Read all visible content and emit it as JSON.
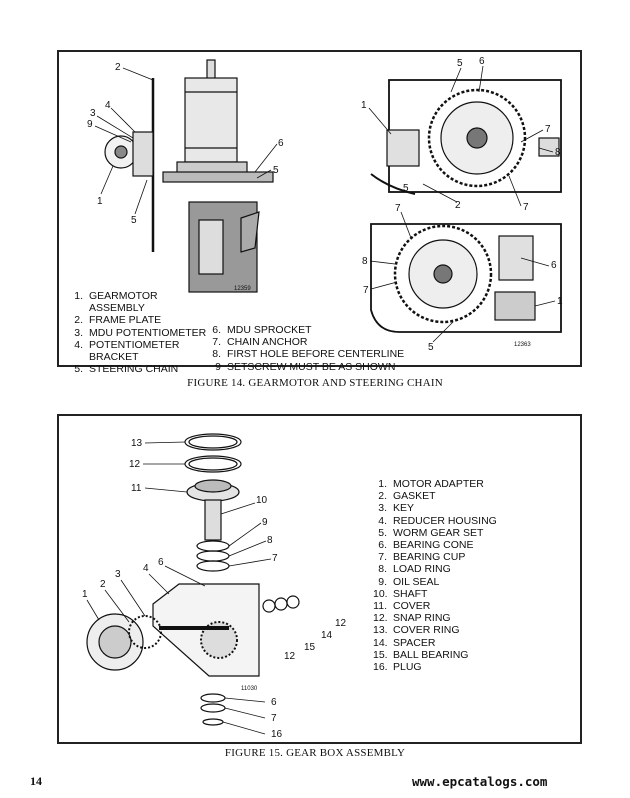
{
  "figure14": {
    "caption": "FIGURE 14. GEARMOTOR AND STEERING CHAIN",
    "left_code": "12359",
    "right_code": "12363",
    "legend_col1": [
      {
        "num": "1.",
        "text": "GEARMOTOR\nASSEMBLY"
      },
      {
        "num": "2.",
        "text": "FRAME PLATE"
      },
      {
        "num": "3.",
        "text": "MDU POTENTIOMETER"
      },
      {
        "num": "4.",
        "text": "POTENTIOMETER\nBRACKET"
      },
      {
        "num": "5.",
        "text": "STEERING CHAIN"
      }
    ],
    "legend_col2": [
      {
        "num": "6.",
        "text": "MDU SPROCKET"
      },
      {
        "num": "7.",
        "text": "CHAIN ANCHOR"
      },
      {
        "num": "8.",
        "text": "FIRST HOLE BEFORE CENTERLINE"
      },
      {
        "num": "9",
        "text": "SETSCREW MUST BE AS SHOWN"
      }
    ],
    "callouts_left": [
      "2",
      "4",
      "3",
      "9",
      "1",
      "5",
      "6",
      "5"
    ],
    "callouts_right": [
      "5",
      "6",
      "1",
      "7",
      "8",
      "2",
      "5",
      "7",
      "7",
      "8",
      "7",
      "6",
      "1",
      "5"
    ]
  },
  "figure15": {
    "caption": "FIGURE 15. GEAR BOX ASSEMBLY",
    "code": "11030",
    "legend": [
      {
        "num": "1.",
        "text": "MOTOR ADAPTER"
      },
      {
        "num": "2.",
        "text": "GASKET"
      },
      {
        "num": "3.",
        "text": "KEY"
      },
      {
        "num": "4.",
        "text": "REDUCER HOUSING"
      },
      {
        "num": "5.",
        "text": "WORM GEAR SET"
      },
      {
        "num": "6.",
        "text": "BEARING CONE"
      },
      {
        "num": "7.",
        "text": "BEARING CUP"
      },
      {
        "num": "8.",
        "text": "LOAD RING"
      },
      {
        "num": "9.",
        "text": "OIL SEAL"
      },
      {
        "num": "10.",
        "text": "SHAFT"
      },
      {
        "num": "11.",
        "text": "COVER"
      },
      {
        "num": "12.",
        "text": "SNAP RING"
      },
      {
        "num": "13.",
        "text": "COVER RING"
      },
      {
        "num": "14.",
        "text": "SPACER"
      },
      {
        "num": "15.",
        "text": "BALL BEARING"
      },
      {
        "num": "16.",
        "text": "PLUG"
      }
    ],
    "callouts": [
      "13",
      "12",
      "11",
      "10",
      "9",
      "8",
      "7",
      "6",
      "4",
      "3",
      "2",
      "1",
      "12",
      "14",
      "12",
      "15",
      "6",
      "7",
      "16"
    ]
  },
  "footer": {
    "page_number": "14",
    "url": "www.epcatalogs.com"
  }
}
